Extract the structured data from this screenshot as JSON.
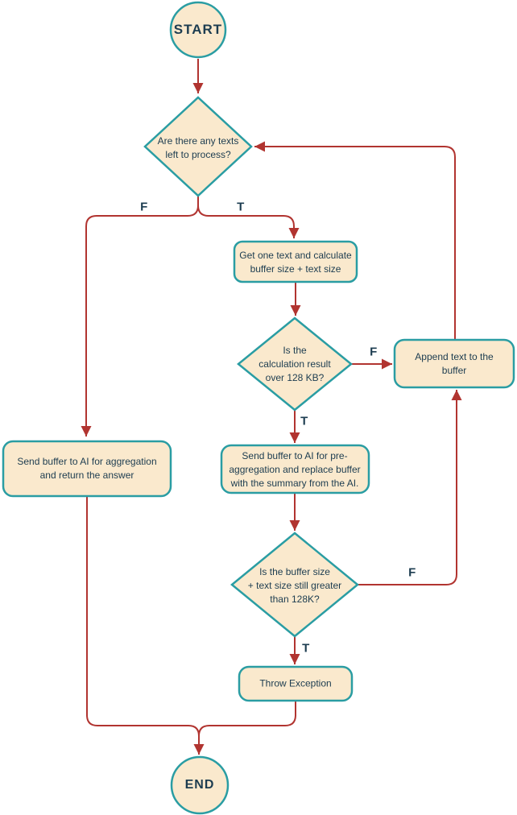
{
  "flowchart": {
    "nodes": {
      "start": {
        "label": "START",
        "type": "terminator"
      },
      "texts_left": {
        "label": "Are there any texts\nleft to process?",
        "type": "decision"
      },
      "get_text": {
        "label": "Get one text and calculate\nbuffer size + text size",
        "type": "process"
      },
      "calc_over": {
        "label": "Is the\ncalculation result\nover 128 KB?",
        "type": "decision"
      },
      "append_text": {
        "label": "Append text to the\nbuffer",
        "type": "process"
      },
      "pre_aggregate": {
        "label": "Send buffer to AI for pre-\naggregation and replace buffer\nwith the summary from the AI.",
        "type": "process"
      },
      "aggregate": {
        "label": "Send buffer to AI for aggregation\nand return the answer",
        "type": "process"
      },
      "still_greater": {
        "label": "Is the buffer size\n+ text size still greater\nthan 128K?",
        "type": "decision"
      },
      "throw_exception": {
        "label": "Throw Exception",
        "type": "process"
      },
      "end": {
        "label": "END",
        "type": "terminator"
      }
    },
    "edge_labels": {
      "texts_left_false": "F",
      "texts_left_true": "T",
      "calc_over_false": "F",
      "calc_over_true": "T",
      "still_greater_false": "F",
      "still_greater_true": "T"
    },
    "colors": {
      "node_fill": "#FAE9CD",
      "node_border": "#2A9DA3",
      "edge_color": "#B13430",
      "text_color": "#1C3C50"
    }
  }
}
